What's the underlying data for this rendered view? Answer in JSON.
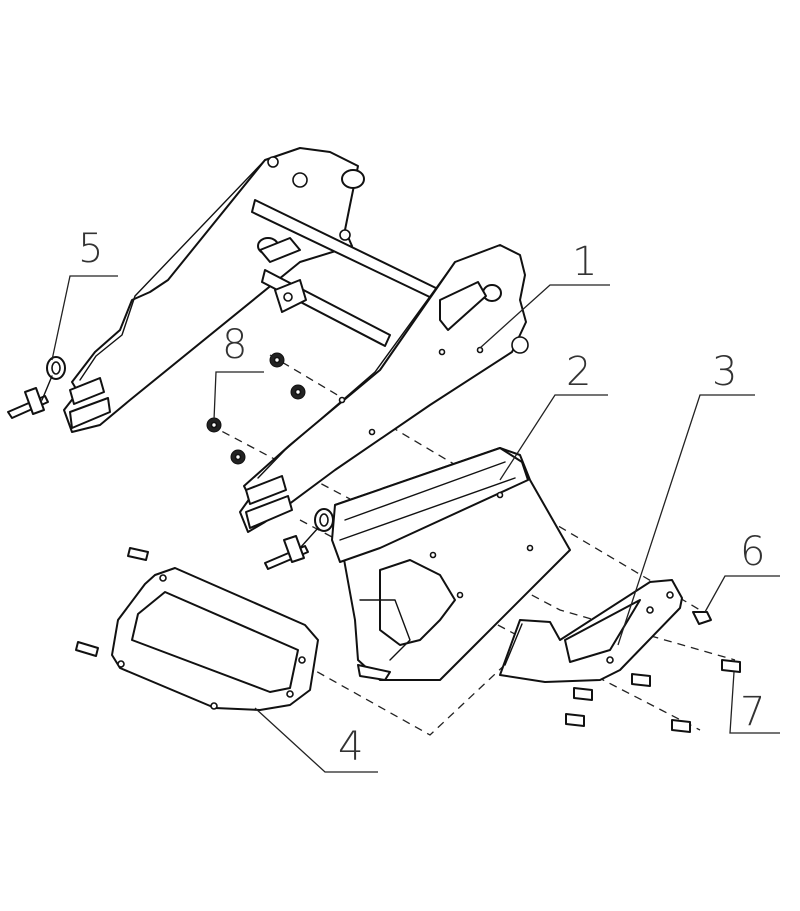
{
  "callouts": [
    {
      "id": "1",
      "label": "1"
    },
    {
      "id": "2",
      "label": "2"
    },
    {
      "id": "3",
      "label": "3"
    },
    {
      "id": "4",
      "label": "4"
    },
    {
      "id": "5",
      "label": "5"
    },
    {
      "id": "6",
      "label": "6"
    },
    {
      "id": "7",
      "label": "7"
    },
    {
      "id": "8",
      "label": "8"
    }
  ],
  "colors": {
    "line": "#111111",
    "label": "#333333",
    "background": "#ffffff"
  }
}
